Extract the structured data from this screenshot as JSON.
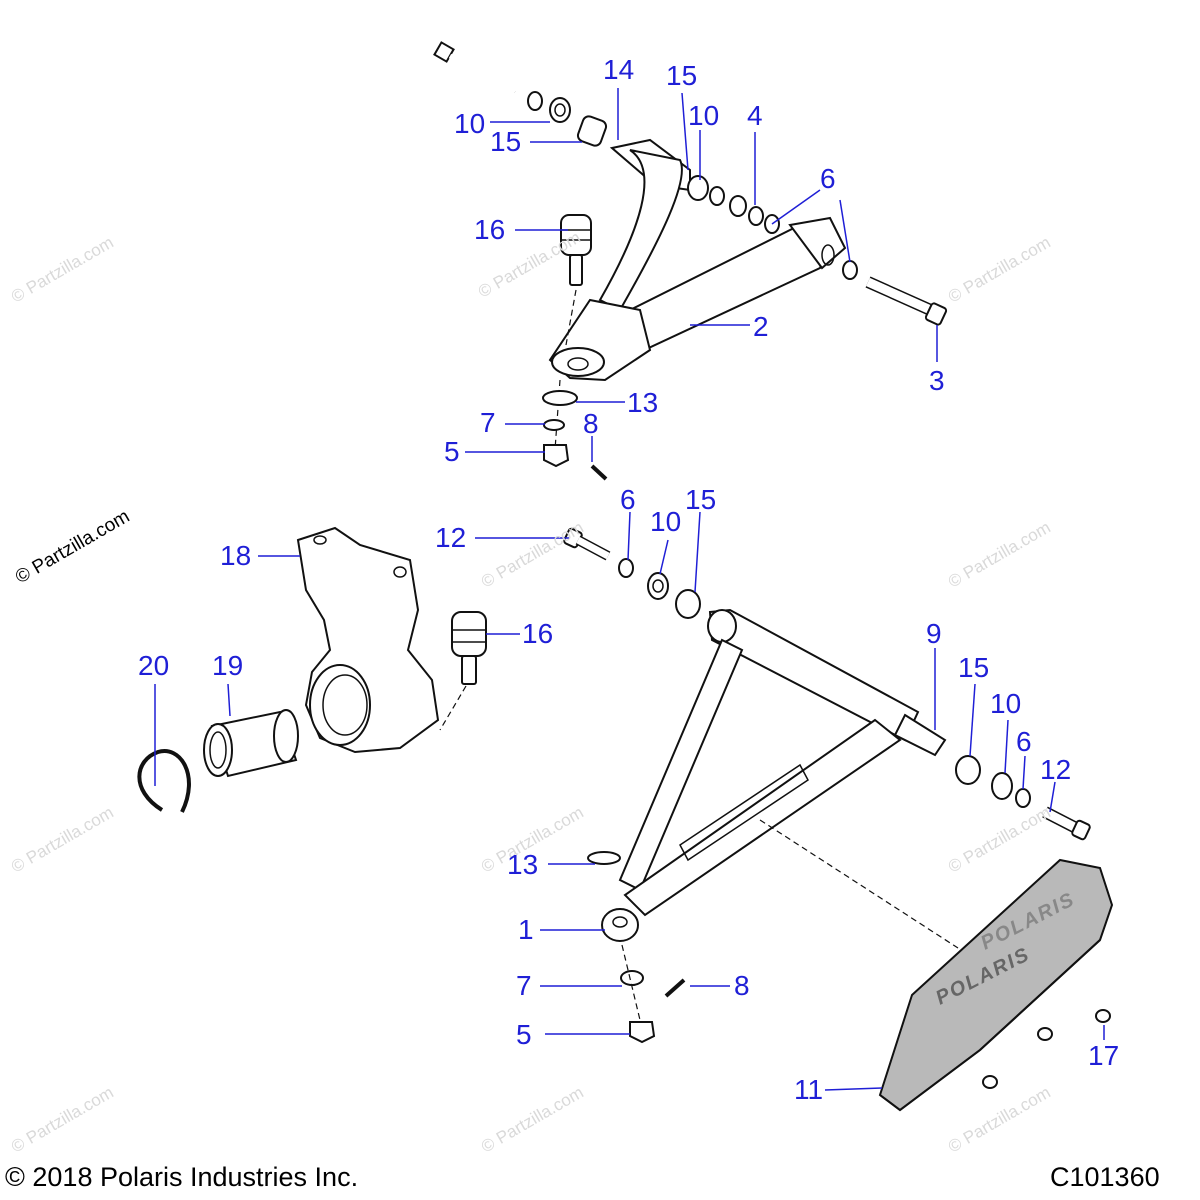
{
  "watermark": "© Partzilla.com",
  "side_watermark": "© Partzilla.com",
  "logo_text": "POLARIS",
  "callouts": {
    "n14": "14",
    "n15a": "15",
    "n10a": "10",
    "n15b": "15",
    "n10b": "10",
    "n4": "4",
    "n6a": "6",
    "n16a": "16",
    "n2": "2",
    "n3": "3",
    "n13a": "13",
    "n7a": "7",
    "n8a": "8",
    "n5a": "5",
    "n6b": "6",
    "n10c": "10",
    "n15c": "15",
    "n12a": "12",
    "n18": "18",
    "n16b": "16",
    "n20": "20",
    "n19": "19",
    "n9": "9",
    "n15d": "15",
    "n10d": "10",
    "n6c": "6",
    "n12b": "12",
    "n13b": "13",
    "n1": "1",
    "n7b": "7",
    "n8b": "8",
    "n5b": "5",
    "n17": "17",
    "n11": "11"
  },
  "footer": {
    "copyright": "© 2018 Polaris Industries Inc.",
    "code": "C101360"
  },
  "colors": {
    "callout": "#1f1fd6",
    "line": "#111111",
    "watermark": "#d9d9d9"
  }
}
